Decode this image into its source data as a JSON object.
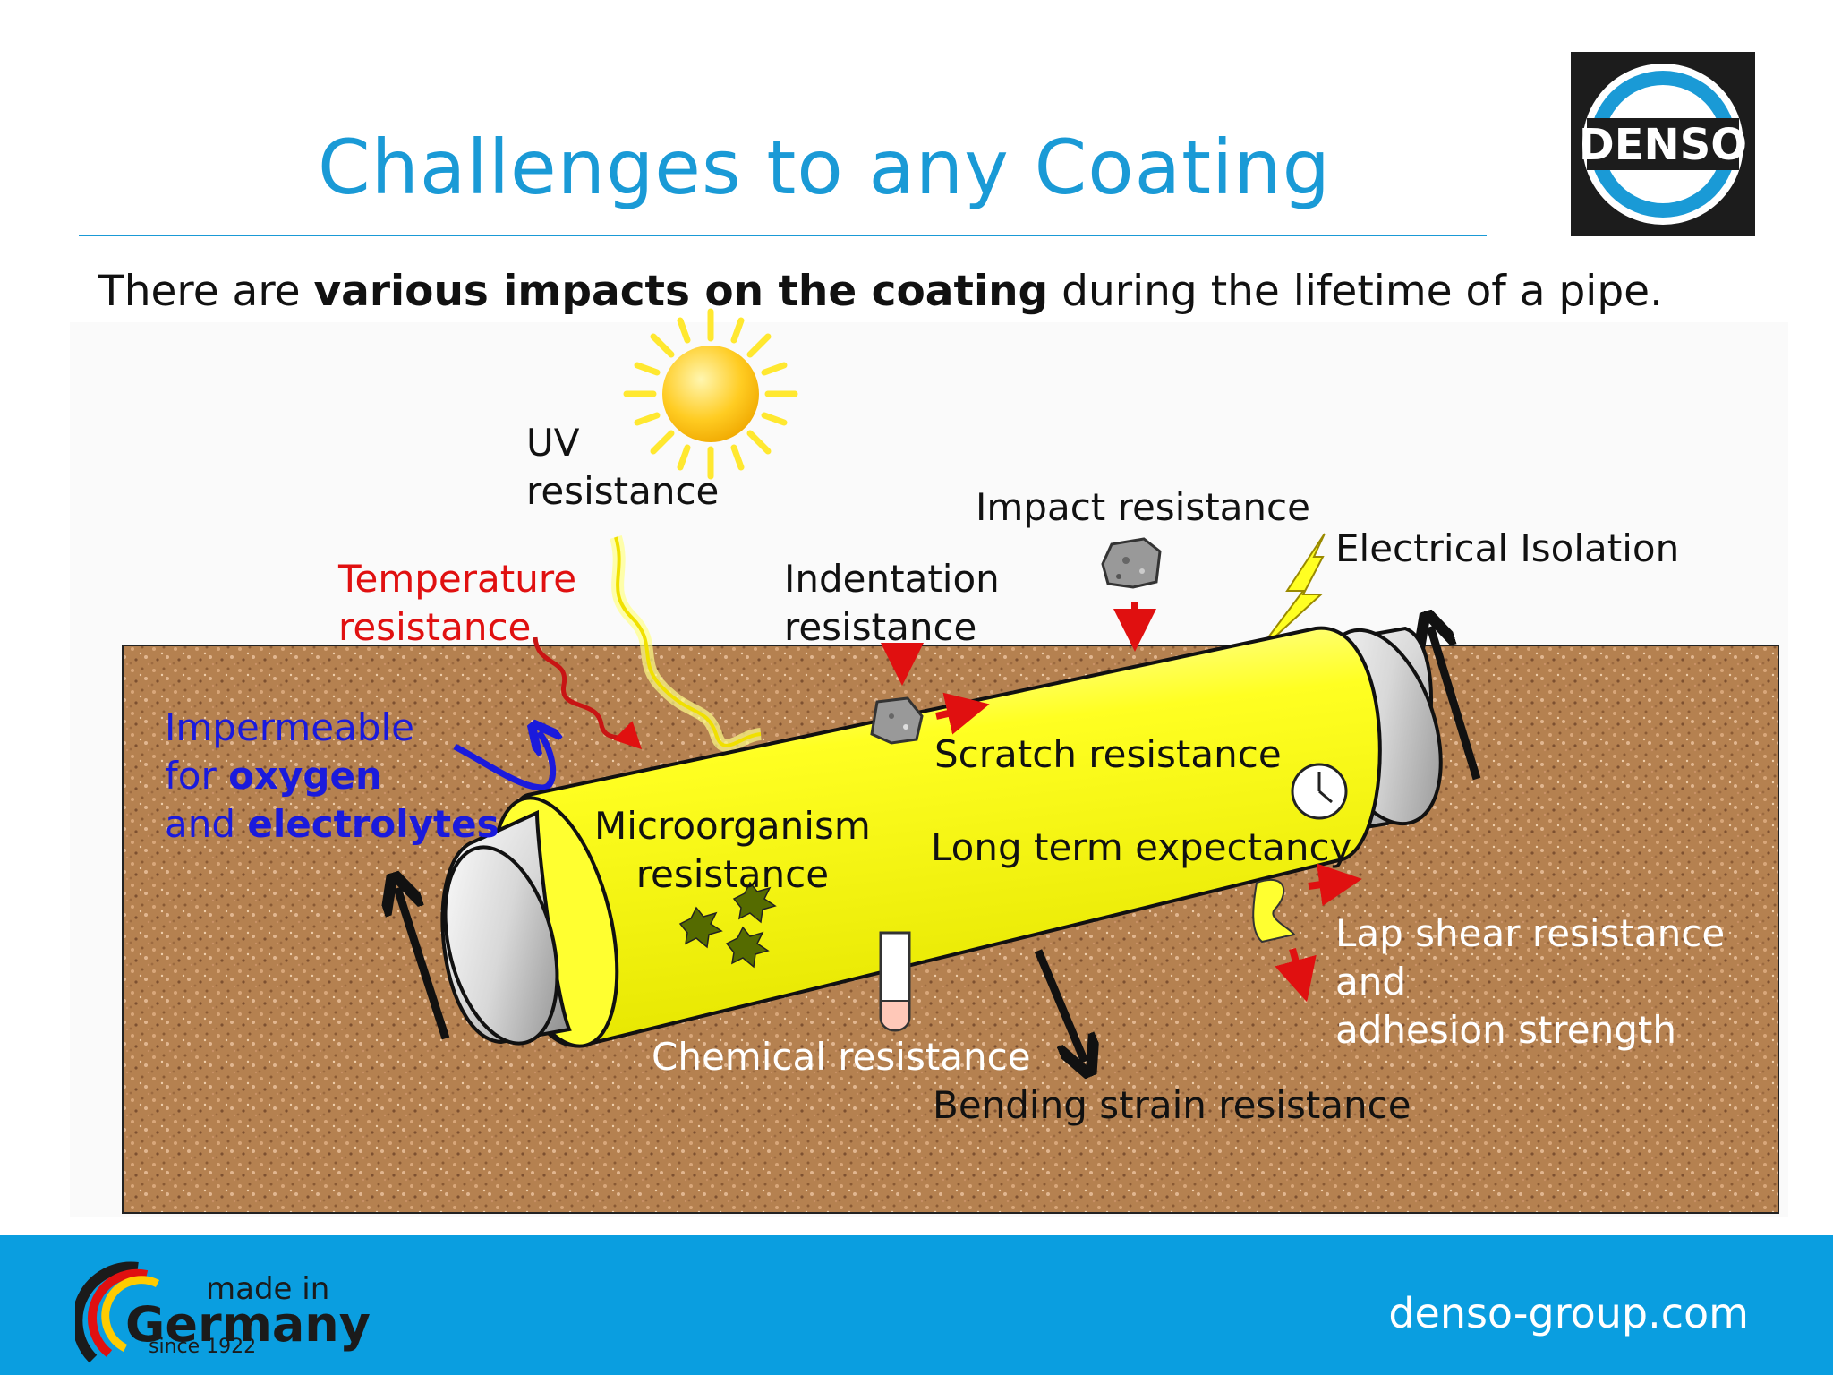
{
  "header": {
    "title": "Challenges to any Coating",
    "logo_text": "DENSO"
  },
  "subtitle": {
    "part1": "There are ",
    "bold": "various impacts on the coating",
    "part2": " during the lifetime of a pipe."
  },
  "diagram": {
    "labels": {
      "uv": [
        "UV",
        "resistance"
      ],
      "temperature": [
        "Temperature",
        "resistance"
      ],
      "indentation": [
        "Indentation",
        "resistance"
      ],
      "impact": "Impact resistance",
      "electrical": "Electrical Isolation",
      "impermeable_line1": "Impermeable",
      "impermeable_for": "for ",
      "impermeable_oxygen": "oxygen",
      "impermeable_and": "and ",
      "impermeable_electrolytes": "electrolytes",
      "microorganism": [
        "Microorganism",
        "resistance"
      ],
      "scratch": "Scratch resistance",
      "long_term": "Long term expectancy",
      "lap_shear": [
        "Lap shear resistance",
        "and",
        "adhesion strength"
      ],
      "chemical": "Chemical resistance",
      "bending": "Bending strain resistance"
    },
    "colors": {
      "coating": "#ffff1a",
      "soil": "#b07a4e",
      "accent_blue": "#1a9ad6",
      "red_label": "#e01010",
      "blue_label": "#1a1adc"
    }
  },
  "footer": {
    "made_in": "made in",
    "germany": "Germany",
    "since": "since 1922",
    "website": "denso-group.com"
  }
}
